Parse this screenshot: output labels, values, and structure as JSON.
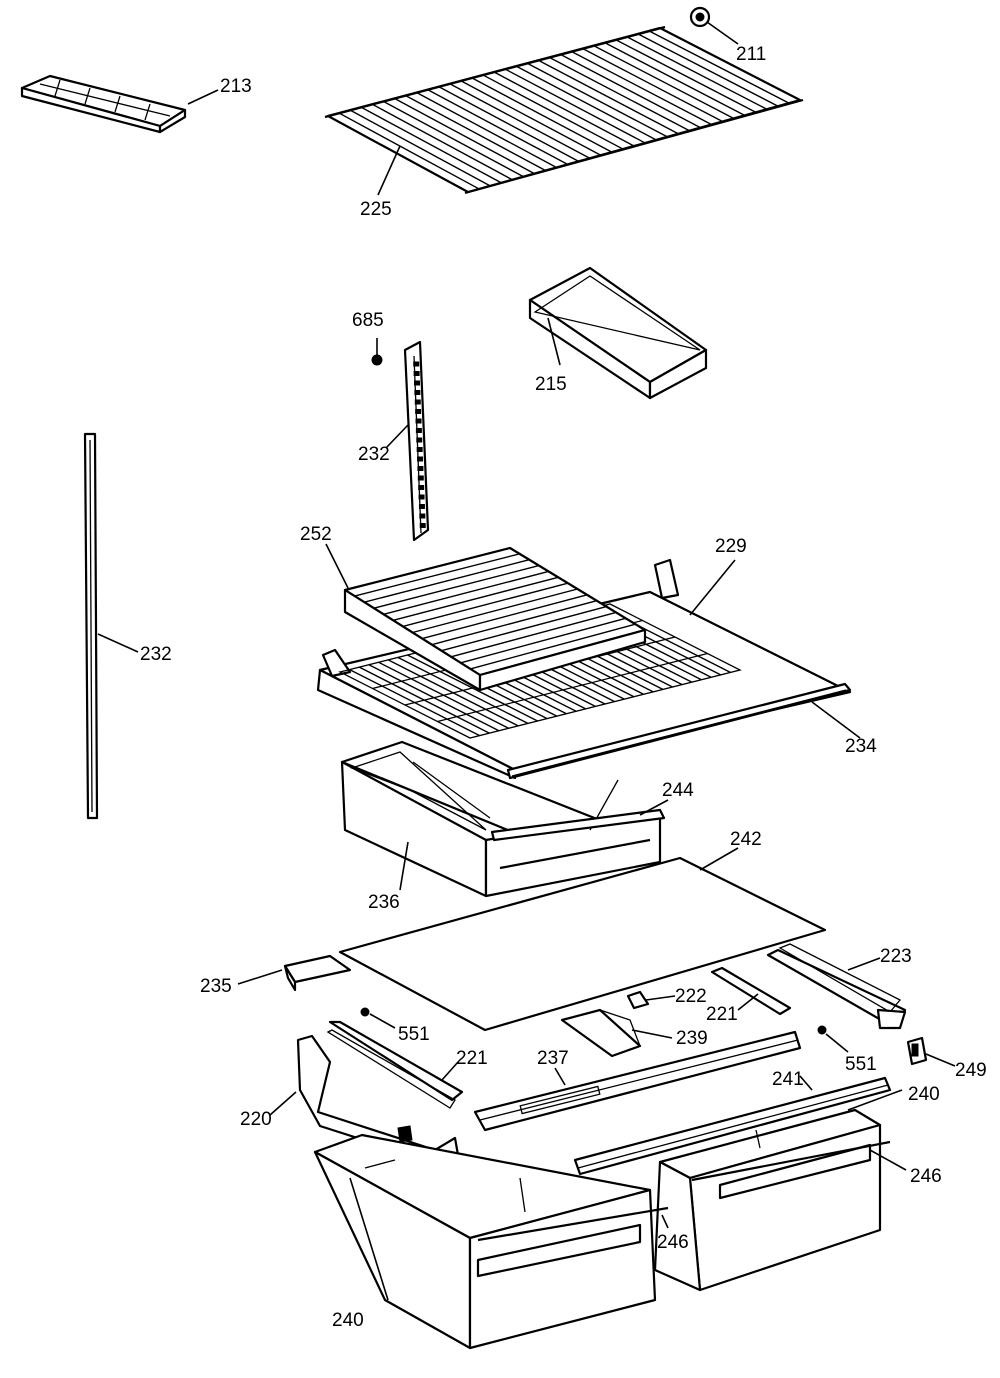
{
  "diagram": {
    "parts": [
      {
        "id": "p211",
        "label": "211"
      },
      {
        "id": "p213",
        "label": "213"
      },
      {
        "id": "p225",
        "label": "225"
      },
      {
        "id": "p685",
        "label": "685"
      },
      {
        "id": "p215",
        "label": "215"
      },
      {
        "id": "p232a",
        "label": "232"
      },
      {
        "id": "p232b",
        "label": "232"
      },
      {
        "id": "p252",
        "label": "252"
      },
      {
        "id": "p229",
        "label": "229"
      },
      {
        "id": "p234",
        "label": "234"
      },
      {
        "id": "p244",
        "label": "244"
      },
      {
        "id": "p236",
        "label": "236"
      },
      {
        "id": "p242",
        "label": "242"
      },
      {
        "id": "p223",
        "label": "223"
      },
      {
        "id": "p235",
        "label": "235"
      },
      {
        "id": "p222",
        "label": "222"
      },
      {
        "id": "p221a",
        "label": "221"
      },
      {
        "id": "p551a",
        "label": "551"
      },
      {
        "id": "p239",
        "label": "239"
      },
      {
        "id": "p551b",
        "label": "551"
      },
      {
        "id": "p249",
        "label": "249"
      },
      {
        "id": "p221b",
        "label": "221"
      },
      {
        "id": "p237",
        "label": "237"
      },
      {
        "id": "p241",
        "label": "241"
      },
      {
        "id": "p240a",
        "label": "240"
      },
      {
        "id": "p220",
        "label": "220"
      },
      {
        "id": "p246a",
        "label": "246"
      },
      {
        "id": "p246b",
        "label": "246"
      },
      {
        "id": "p240b",
        "label": "240"
      }
    ]
  }
}
